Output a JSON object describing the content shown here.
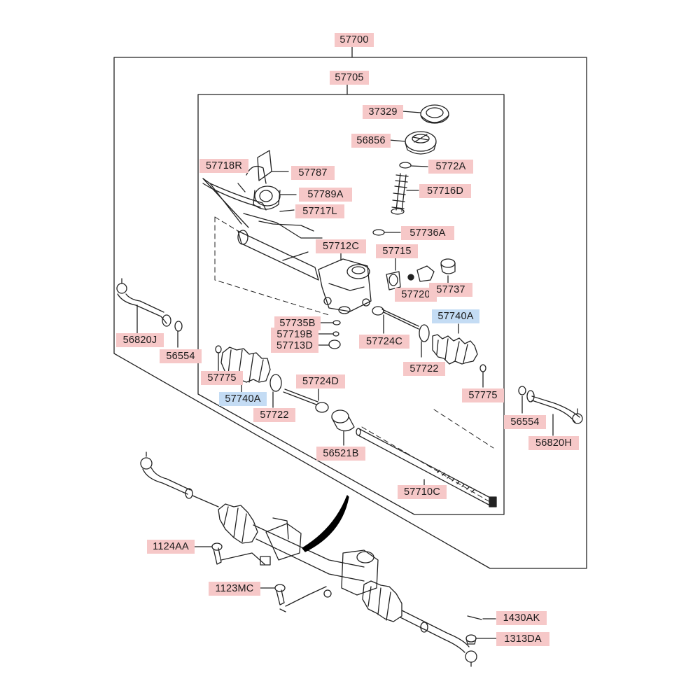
{
  "colors": {
    "label_bg_red": "#f6c8c8",
    "label_bg_blue": "#c4dcf4",
    "line": "#222222",
    "pointer_arrow": "#000000"
  },
  "labels": {
    "assembly": "57700",
    "gear_box": "57705",
    "p37329": "37329",
    "p56856": "56856",
    "p57718R": "57718R",
    "p57787": "57787",
    "p5772A": "5772A",
    "p57789A": "57789A",
    "p57716D": "57716D",
    "p57717L": "57717L",
    "p57736A": "57736A",
    "p57712C": "57712C",
    "p57715": "57715",
    "p57720": "57720",
    "p57737": "57737",
    "p57740A_right": "57740A",
    "p57735B": "57735B",
    "p57719B": "57719B",
    "p57713D": "57713D",
    "p57724C": "57724C",
    "p57722_right": "57722",
    "p57775_right": "57775",
    "p56820J": "56820J",
    "p56554_left": "56554",
    "p57775_left": "57775",
    "p57740A_left": "57740A",
    "p57722_left": "57722",
    "p57724D": "57724D",
    "p56521B": "56521B",
    "p57710C": "57710C",
    "p56554_right": "56554",
    "p56820H": "56820H",
    "p1124AA": "1124AA",
    "p1123MC": "1123MC",
    "p1430AK": "1430AK",
    "p1313DA": "1313DA"
  }
}
